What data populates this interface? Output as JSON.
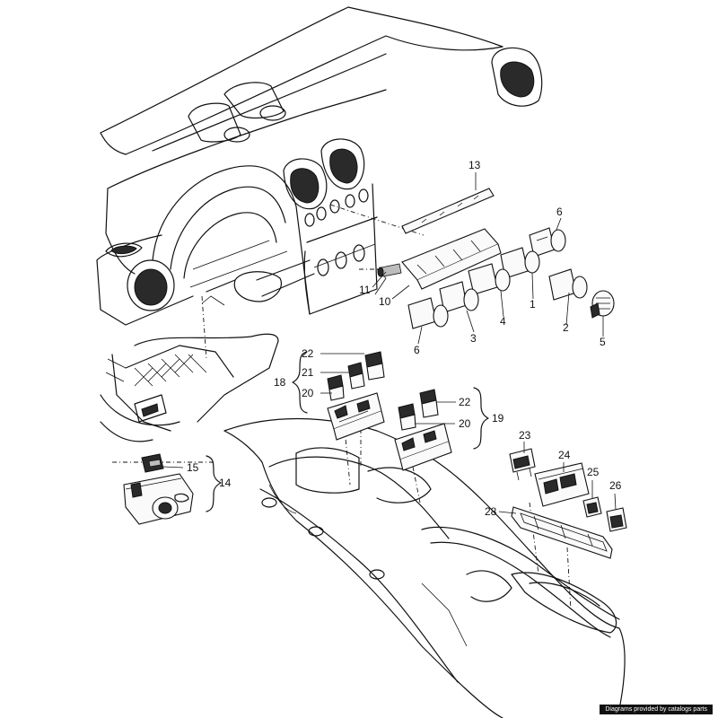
{
  "callouts": [
    "13",
    "6",
    "11",
    "10",
    "1",
    "2",
    "3",
    "4",
    "5",
    "6",
    "22",
    "21",
    "18",
    "20",
    "22",
    "20",
    "19",
    "15",
    "14",
    "23",
    "24",
    "25",
    "26",
    "28"
  ],
  "footer_text": "Diagrams provided by catalogs parts"
}
